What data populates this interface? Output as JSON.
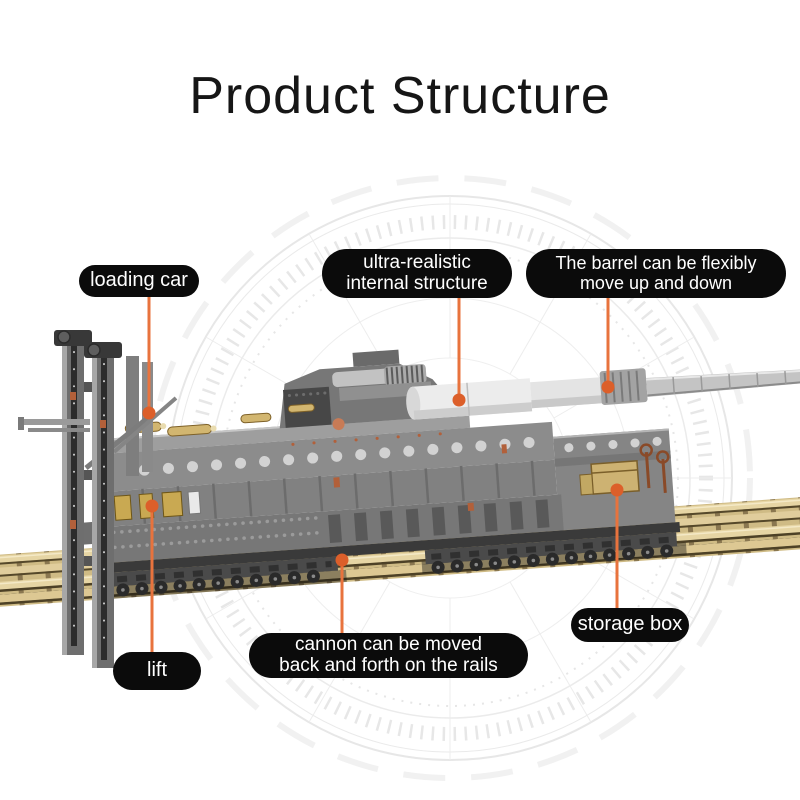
{
  "title": {
    "text": "Product Structure"
  },
  "callouts": {
    "loading_car": {
      "text": "loading car"
    },
    "internal_structure": {
      "line1": "ultra-realistic",
      "line2": "internal structure"
    },
    "barrel": {
      "line1": "The barrel can be flexibly",
      "line2": "move up and down"
    },
    "lift": {
      "text": "lift"
    },
    "cannon_rails": {
      "line1": "cannon can be moved",
      "line2": "back and forth on the rails"
    },
    "storage_box": {
      "text": "storage box"
    }
  },
  "illustration": {
    "description": "gray brick-built railway gun model with long barrel, lift towers and loading car, standing on tan double railway tracks over a faint compass watermark"
  },
  "colors": {
    "background": "#ffffff",
    "title_text": "#161616",
    "pill_background": "#0b0b0b",
    "pill_text": "#ffffff",
    "leader_line_orange": "#e8733d",
    "leader_dot_orange": "#dc5f2a",
    "model_gray": "#8a8a8a",
    "rail_tan": "#e6d5a4",
    "shell_tan": "#d2b670",
    "watermark_gray": "#e9e9e9"
  }
}
